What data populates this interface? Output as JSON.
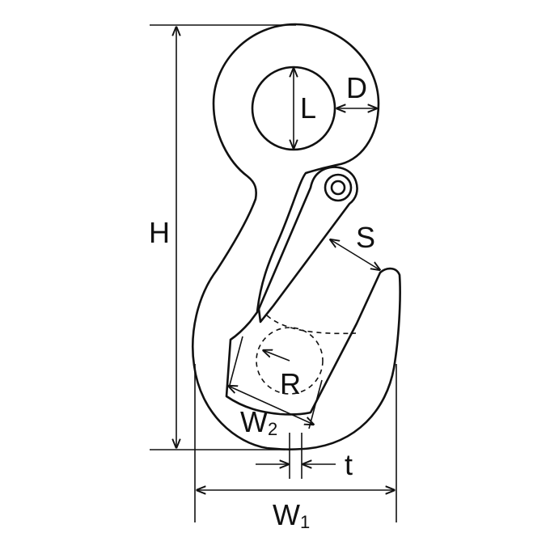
{
  "diagram": {
    "subject": "eye hook with safety latch dimension drawing",
    "colors": {
      "stroke": "#111111",
      "background": "#ffffff"
    },
    "labels": {
      "height": "H",
      "eye_inner": "L",
      "eye_thickness": "D",
      "opening": "S",
      "radius": "R",
      "throat_width": {
        "main": "W",
        "sub": "2"
      },
      "tip_thickness": "t",
      "overall_width": {
        "main": "W",
        "sub": "1"
      }
    }
  }
}
